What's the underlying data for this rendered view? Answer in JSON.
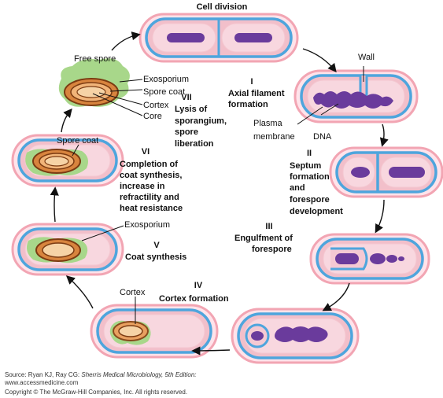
{
  "title": "Cell division",
  "labels": {
    "wall": "Wall",
    "plasma_membrane_1": "Plasma",
    "plasma_membrane_2": "membrane",
    "dna": "DNA",
    "free_spore": "Free spore",
    "exosporium": "Exosporium",
    "spore_coat": "Spore coat",
    "cortex": "Cortex",
    "core": "Core",
    "spore_coat_vi": "Spore coat",
    "exosporium_v": "Exosporium",
    "cortex_iv": "Cortex"
  },
  "stages": [
    {
      "numeral": "I",
      "lines": [
        "Axial filament",
        "formation"
      ]
    },
    {
      "numeral": "II",
      "lines": [
        "Septum",
        "formation",
        "and",
        "forespore",
        "development"
      ]
    },
    {
      "numeral": "III",
      "lines": [
        "Engulfment of",
        "forespore"
      ]
    },
    {
      "numeral": "IV",
      "lines": [
        "Cortex formation"
      ]
    },
    {
      "numeral": "V",
      "lines": [
        "Coat synthesis"
      ]
    },
    {
      "numeral": "VI",
      "lines": [
        "Completion of",
        "coat synthesis,",
        "increase in",
        "refractility and",
        "heat resistance"
      ]
    },
    {
      "numeral": "VII",
      "lines": [
        "Lysis of",
        "sporangium,",
        "spore",
        "liberation"
      ]
    }
  ],
  "footer": {
    "source_prefix": "Source: Ryan KJ, Ray CG: ",
    "source_title": "Sherris Medical Microbiology, 5th Edition:",
    "url": "www.accessmedicine.com",
    "copyright": "Copyright © The McGraw-Hill Companies, Inc. All rights reserved."
  }
}
